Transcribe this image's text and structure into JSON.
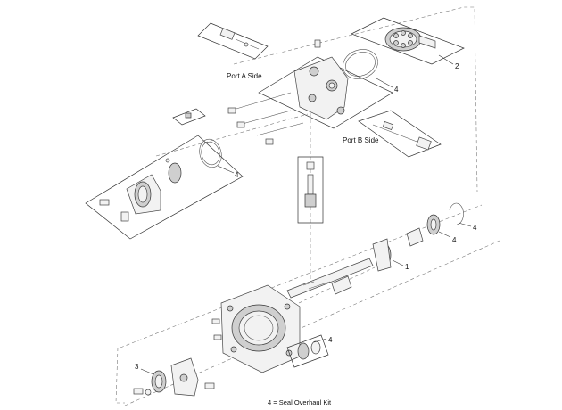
{
  "diagram": {
    "labels": {
      "port_a": "Port A Side",
      "port_b": "Port B Side",
      "legend": "4 = Seal Overhaul Kit"
    },
    "callouts": {
      "piston_block": "2",
      "top_gasket": "4",
      "end_cap_oring": "4",
      "bearing": "1",
      "retaining_ring": "4",
      "seal_right": "4",
      "shaft_seal_lower": "4",
      "input_seal": "3"
    }
  }
}
